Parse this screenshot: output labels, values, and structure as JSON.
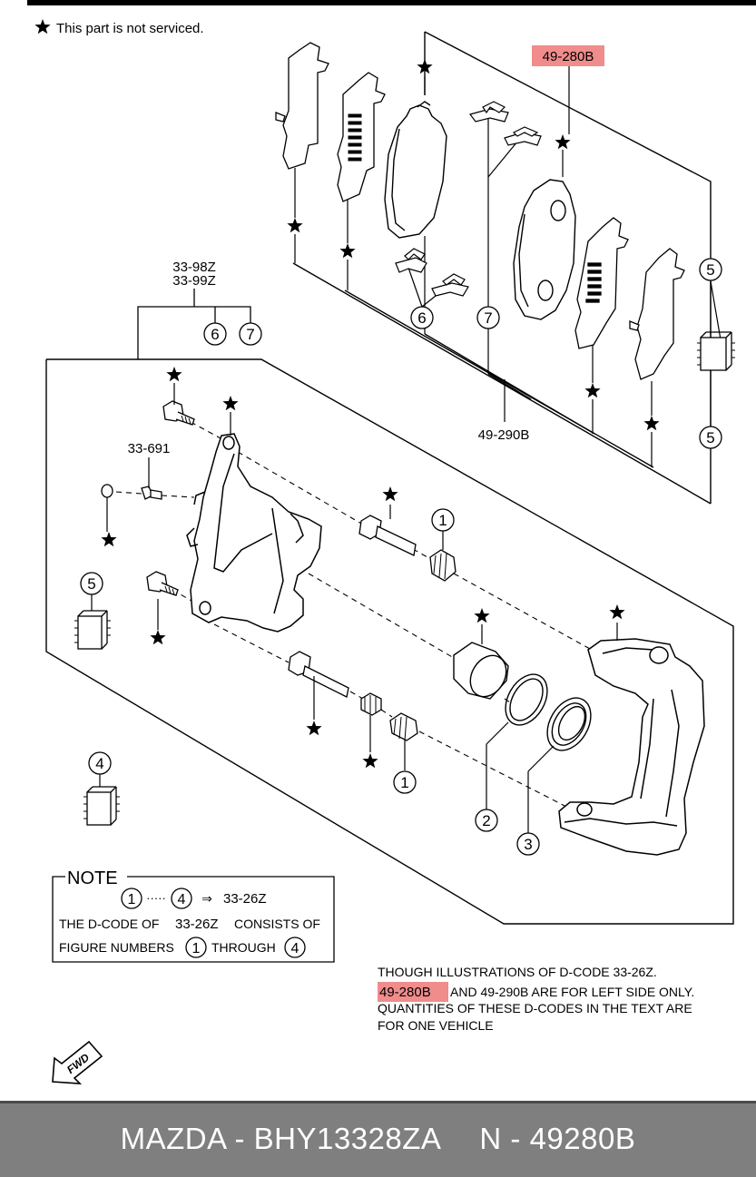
{
  "header_note": "This part is not serviced.",
  "callouts": {
    "pad_set_highlight": "49-280B",
    "pad_set_other": "49-290B",
    "caliper_code_1": "33-98Z",
    "caliper_code_2": "33-99Z",
    "bleeder_code": "33-691"
  },
  "figure_numbers": {
    "n1": "1",
    "n2": "2",
    "n3": "3",
    "n4": "4",
    "n5": "5",
    "n6": "6",
    "n7": "7"
  },
  "note_box": {
    "title": "NOTE",
    "range_start": "1",
    "range_dots": "·····",
    "range_end": "4",
    "arrow": "⇒",
    "range_code": "33-26Z",
    "line1_a": "THE D-CODE OF",
    "line1_code": "33-26Z",
    "line1_b": "CONSISTS OF",
    "line2_a": "FIGURE NUMBERS",
    "line2_b": "THROUGH"
  },
  "footnote": {
    "line1": "THOUGH  ILLUSTRATIONS  OF  D-CODE  33-26Z.",
    "line2_highlight": "49-280B",
    "line2_rest": "AND  49-290B  ARE  FOR  LEFT  SIDE  ONLY.",
    "line3": "QUANTITIES  OF  THESE  D-CODES  IN  THE TEXT  ARE",
    "line4": "FOR  ONE  VEHICLE"
  },
  "fwd_label": "FWD",
  "footer": {
    "part_ref": "MAZDA - BHY13328ZA",
    "part_code": "N - 49280B"
  },
  "colors": {
    "highlight": "#f08c8c",
    "footer_bg": "#7f7f7f",
    "footer_text": "#ffffff",
    "line": "#000000"
  }
}
